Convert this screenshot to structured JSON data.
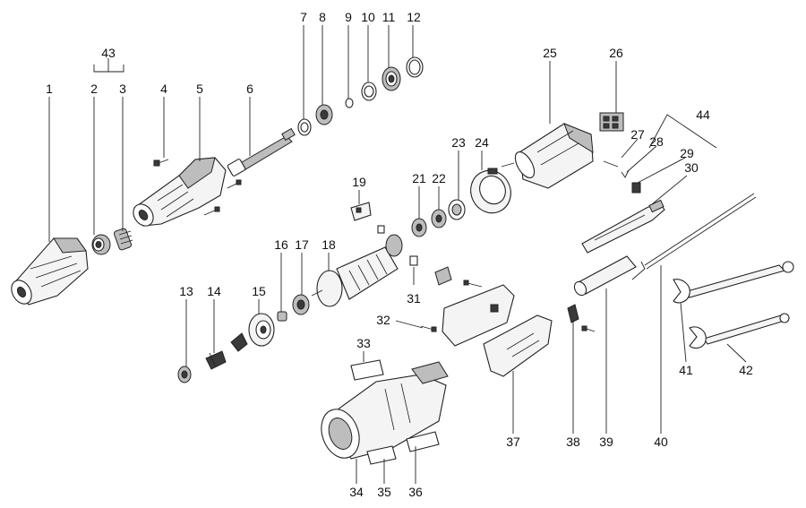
{
  "callouts": [
    "1",
    "2",
    "3",
    "4",
    "5",
    "6",
    "7",
    "8",
    "9",
    "10",
    "11",
    "12",
    "13",
    "14",
    "15",
    "16",
    "17",
    "18",
    "19",
    "21",
    "22",
    "23",
    "24",
    "25",
    "26",
    "27",
    "28",
    "29",
    "30",
    "31",
    "32",
    "33",
    "34",
    "35",
    "36",
    "37",
    "38",
    "39",
    "40",
    "41",
    "42",
    "43",
    "44"
  ]
}
